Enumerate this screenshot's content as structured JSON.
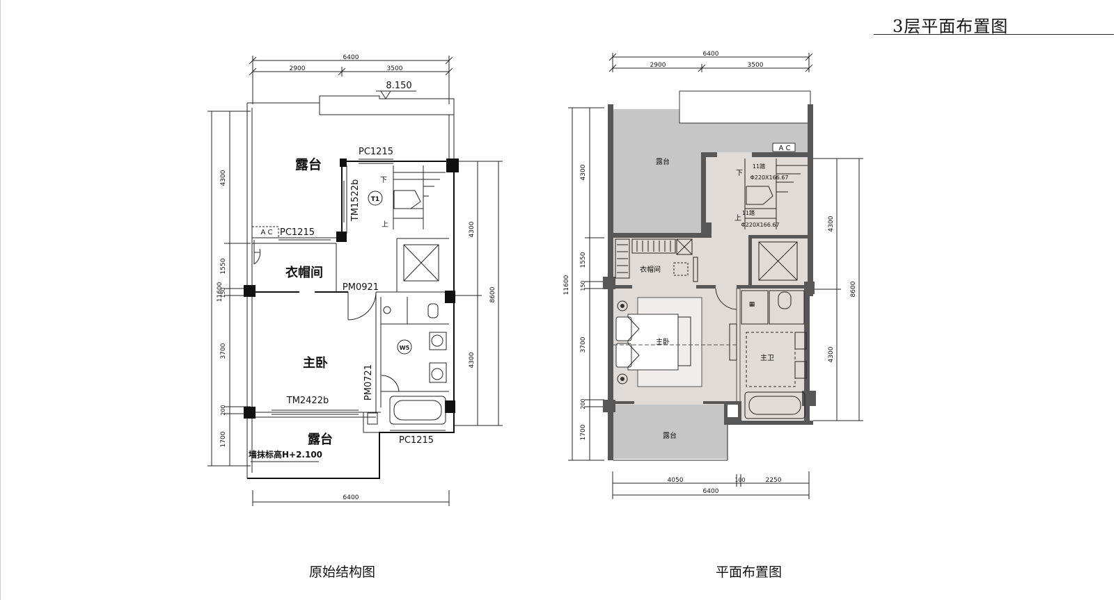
{
  "sheet": {
    "title": "3层平面布置图"
  },
  "left_plan": {
    "caption": "原始结构图",
    "top_dims": {
      "total": "6400",
      "segments": [
        "2900",
        "3500"
      ]
    },
    "bottom_dims": {
      "total": "6400"
    },
    "left_dims": {
      "total": "11600",
      "segments": [
        "4300",
        "1550",
        "150",
        "3700",
        "200",
        "1700"
      ]
    },
    "right_dims": {
      "total": "8600",
      "segments": [
        "4300",
        "4300"
      ]
    },
    "level_mark": "8.150",
    "rooms": {
      "terrace_top": "露台",
      "cloakroom": "衣帽间",
      "master_bedroom": "主卧",
      "terrace_bottom": "露台"
    },
    "labels": {
      "window_top": "PC1215",
      "window_left": "PC1215",
      "window_bottom": "PC1215",
      "door_stair": "TM1522b",
      "door_cloak": "PM0921",
      "door_bath": "PM0721",
      "door_terrace": "TM2422b",
      "stair_tag": "T1",
      "bath_tag": "W5",
      "stair_down": "下",
      "stair_up": "上",
      "ac_tag": "A C",
      "note": "墙抹标高H+2.100"
    }
  },
  "right_plan": {
    "caption": "平面布置图",
    "top_dims": {
      "total": "6400",
      "segments": [
        "2900",
        "3500"
      ]
    },
    "bottom_dims": {
      "segments": [
        "4050",
        "100",
        "2250"
      ],
      "total": "6400"
    },
    "left_dims": {
      "total": "11600",
      "segments": [
        "4300",
        "1550",
        "150",
        "3700",
        "200",
        "1700"
      ]
    },
    "right_dims": {
      "total": "8600",
      "segments": [
        "4300",
        "4300"
      ]
    },
    "rooms": {
      "terrace_top": "露台",
      "cloakroom": "衣帽间",
      "master_bedroom": "主卧",
      "master_bath": "主卫",
      "terrace_bottom": "露台"
    },
    "labels": {
      "ac_tag": "A C",
      "stair_down": "下",
      "stair_up": "上",
      "stair_spec_top_1": "11踏",
      "stair_spec_top_2": "Φ220X166.67",
      "stair_spec_bottom_1": "11踏",
      "stair_spec_bottom_2": "Φ220X166.67"
    }
  },
  "colors": {
    "line": "#111111",
    "terrace_fill": "#c6c6c6",
    "interior_fill": "#e0dbd6",
    "wall_fill": "#575757"
  }
}
